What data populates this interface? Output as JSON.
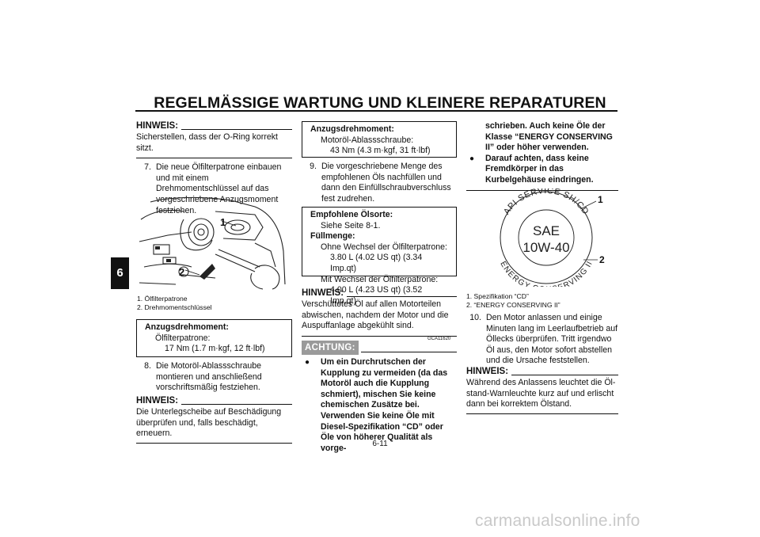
{
  "page": {
    "title": "REGELMÄSSIGE WARTUNG UND KLEINERE REPARATUREN",
    "chapter_tab": "6",
    "page_number": "6-11",
    "watermark": "carmanualsonline.info"
  },
  "col1": {
    "hinweis1_label": "HINWEIS:",
    "hinweis1_text": "Sicherstellen, dass der O-Ring korrekt sitzt.",
    "step7_num": "7.",
    "step7_text": "Die neue Ölfilterpatrone einbauen und mit einem Drehmomentschlüssel auf das vorgeschriebene Anzugsmoment festziehen.",
    "fig_label_1": "1",
    "fig_label_2": "2",
    "caption1": "1. Ölfilterpatrone",
    "caption2": "2. Drehmomentschlüssel",
    "box_head": "Anzugsdrehmoment:",
    "box_line1": "Ölfilterpatrone:",
    "box_line2": "17 Nm (1.7 m·kgf, 12 ft·lbf)",
    "step8_num": "8.",
    "step8_text": "Die Motoröl-Ablassschraube montieren und anschließend vorschriftsmäßig festziehen.",
    "hinweis2_label": "HINWEIS:",
    "hinweis2_text": "Die Unterlegscheibe auf Beschädigung überprüfen und, falls beschädigt, erneuern."
  },
  "col2": {
    "box1_head": "Anzugsdrehmoment:",
    "box1_line1": "Motoröl-Ablassschraube:",
    "box1_line2": "43 Nm (4.3 m·kgf, 31 ft·lbf)",
    "step9_num": "9.",
    "step9_text": "Die vorgeschriebene Menge des empfohlenen Öls nachfüllen und dann den Einfüllschraubverschluss fest zudrehen.",
    "box2_head": "Empfohlene Ölsorte:",
    "box2_line1": "Siehe Seite 8-1.",
    "box2_head2": "Füllmenge:",
    "box2_line2": "Ohne Wechsel der Ölfilterpatrone:",
    "box2_line3": "3.80 L (4.02 US qt) (3.34 Imp.qt)",
    "box2_line4": "Mit Wechsel der Ölfilterpatrone:",
    "box2_line5": "4.00 L (4.23 US qt) (3.52 Imp.qt)",
    "hinweis_label": "HINWEIS:",
    "hinweis_text": "Verschüttetes Öl auf allen Motorteilen abwischen, nachdem der Motor und die Auspuffanlage abgekühlt sind.",
    "code": "GCA11620",
    "achtung_label": "ACHTUNG:",
    "bullet1_text": "Um ein Durchrutschen der Kupplung zu vermeiden (da das Motoröl auch die Kupplung schmiert), mischen Sie keine chemischen Zusätze bei. Verwenden Sie keine Öle mit Diesel-Spezifikation “CD” oder Öle von höherer Qualität als vorge-"
  },
  "col3": {
    "cont_text": "schrieben. Auch keine Öle der Klasse “ENERGY CONSERVING II” oder höher verwenden.",
    "bullet2_text": "Darauf achten, dass keine Fremdkörper in das Kurbelgehäuse eindringen.",
    "seal_top": "API SERVICE SH/CD",
    "seal_center1": "SAE",
    "seal_center2": "10W-40",
    "seal_bottom": "ENERGY CONSERVING II",
    "seal_label_1": "1",
    "seal_label_2": "2",
    "caption1": "1. Spezifikation “CD”",
    "caption2": "2. “ENERGY CONSERVING II”",
    "step10_num": "10.",
    "step10_text": "Den Motor anlassen und einige Minuten lang im Leerlaufbetrieb auf Öllecks überprüfen. Tritt irgendwo Öl aus, den Motor sofort abstellen und die Ursache feststellen.",
    "hinweis_label": "HINWEIS:",
    "hinweis_text": "Während des Anlassens leuchtet die Öl-stand-Warnleuchte kurz auf und erlischt dann bei korrektem Ölstand."
  }
}
